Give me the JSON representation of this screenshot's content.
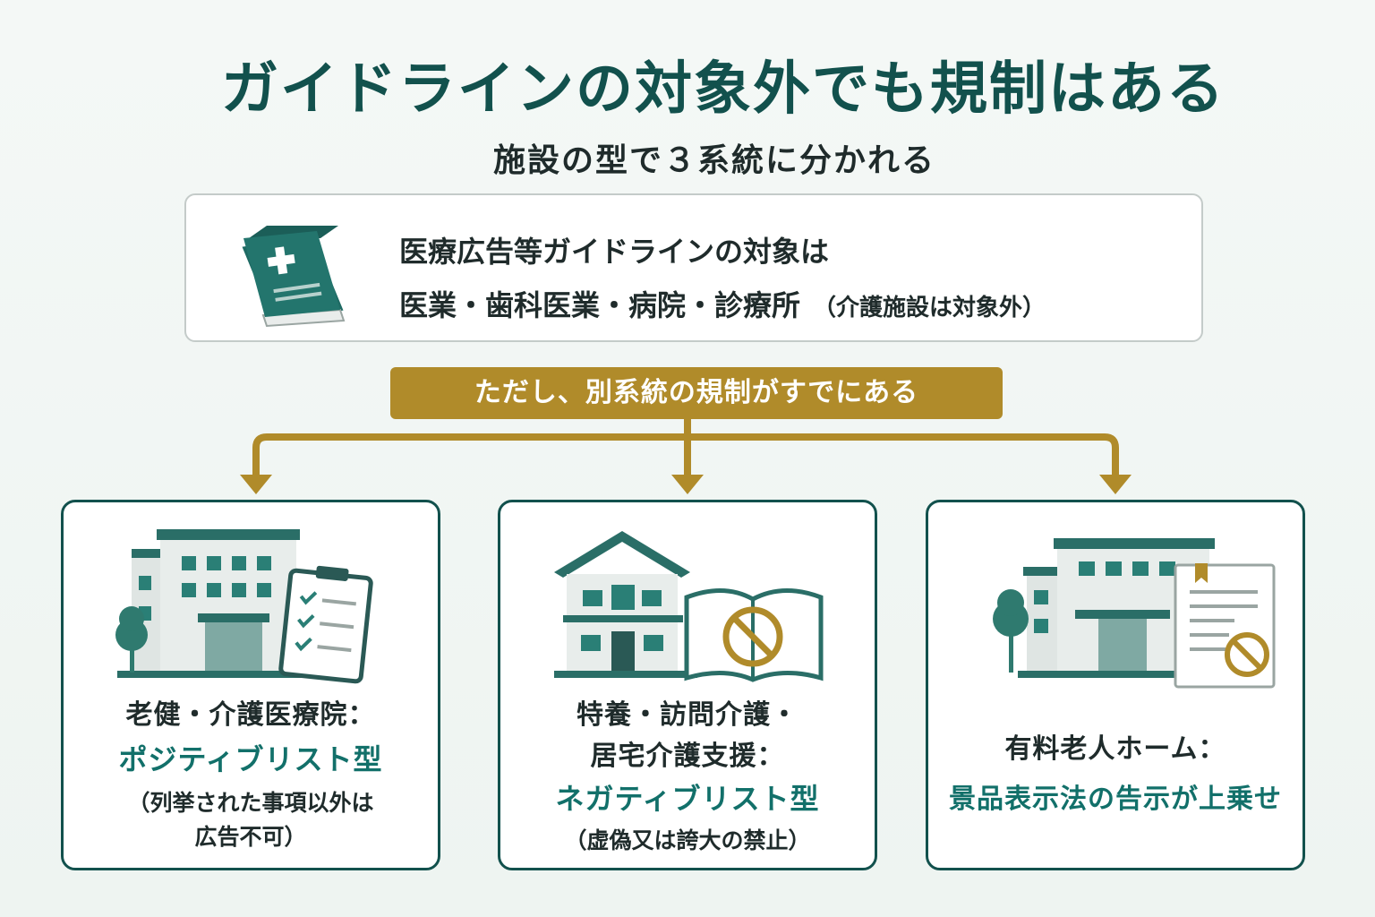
{
  "title": "ガイドラインの対象外でも規制はある",
  "subtitle": "施設の型で３系統に分かれる",
  "info_box": {
    "icon": "medical-book-icon",
    "line1": "医療広告等ガイドラインの対象は",
    "line2": "医業・歯科医業・病院・診療所",
    "note": "（介護施設は対象外）"
  },
  "banner": "ただし、別系統の規制がすでにある",
  "colors": {
    "primary": "#12514d",
    "accent": "#12706a",
    "gold": "#b08b2a",
    "text": "#1f2b2b"
  },
  "cards": [
    {
      "icon": "hospital-clipboard-icon",
      "heading": "老健・介護医療院：",
      "type": "ポジティブリスト型",
      "desc1": "（列挙された事項以外は",
      "desc2": "広告不可）"
    },
    {
      "icon": "house-book-prohibited-icon",
      "heading1": "特養・訪問介護・",
      "heading2": "居宅介護支援：",
      "type": "ネガティブリスト型",
      "desc": "（虚偽又は誇大の禁止）"
    },
    {
      "icon": "facility-document-prohibited-icon",
      "heading": "有料老人ホーム：",
      "type": "景品表示法の告示が上乗せ"
    }
  ]
}
